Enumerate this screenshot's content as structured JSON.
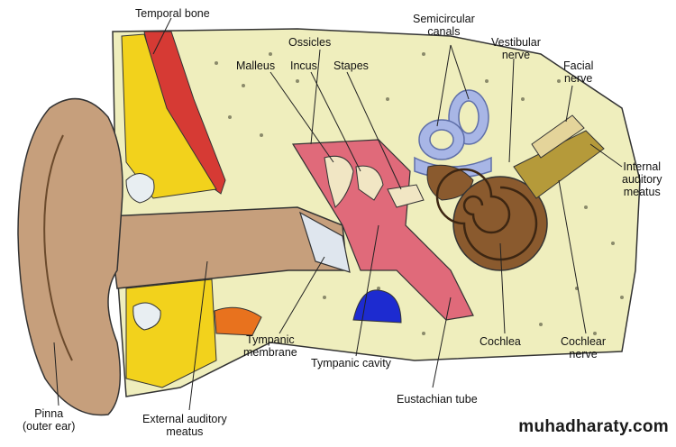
{
  "labels": {
    "temporal_bone": "Temporal bone",
    "ossicles": "Ossicles",
    "semicircular_canals_l1": "Semicircular",
    "semicircular_canals_l2": "canals",
    "malleus": "Malleus",
    "incus": "Incus",
    "stapes": "Stapes",
    "vestibular_nerve_l1": "Vestibular",
    "vestibular_nerve_l2": "nerve",
    "facial_nerve_l1": "Facial",
    "facial_nerve_l2": "nerve",
    "internal_meatus_l1": "Internal",
    "internal_meatus_l2": "auditory",
    "internal_meatus_l3": "meatus",
    "tympanic_membrane_l1": "Tympanic",
    "tympanic_membrane_l2": "membrane",
    "tympanic_cavity": "Tympanic cavity",
    "cochlea": "Cochlea",
    "cochlear_nerve_l1": "Cochlear",
    "cochlear_nerve_l2": "nerve",
    "eustachian_tube": "Eustachian tube",
    "pinna_l1": "Pinna",
    "pinna_l2": "(outer ear)",
    "external_meatus_l1": "External auditory",
    "external_meatus_l2": "meatus"
  },
  "watermark": "muhadharaty.com",
  "colors": {
    "bone": "#efeebd",
    "fat": "#f2d21c",
    "skin": "#c69f7c",
    "cavity": "#e06a7a",
    "canals": "#a8b6e6",
    "cochlea": "#8a5a2e",
    "nerve": "#b59a3a",
    "vessel": "#1d2bd0",
    "muscle": "#d63a34"
  }
}
